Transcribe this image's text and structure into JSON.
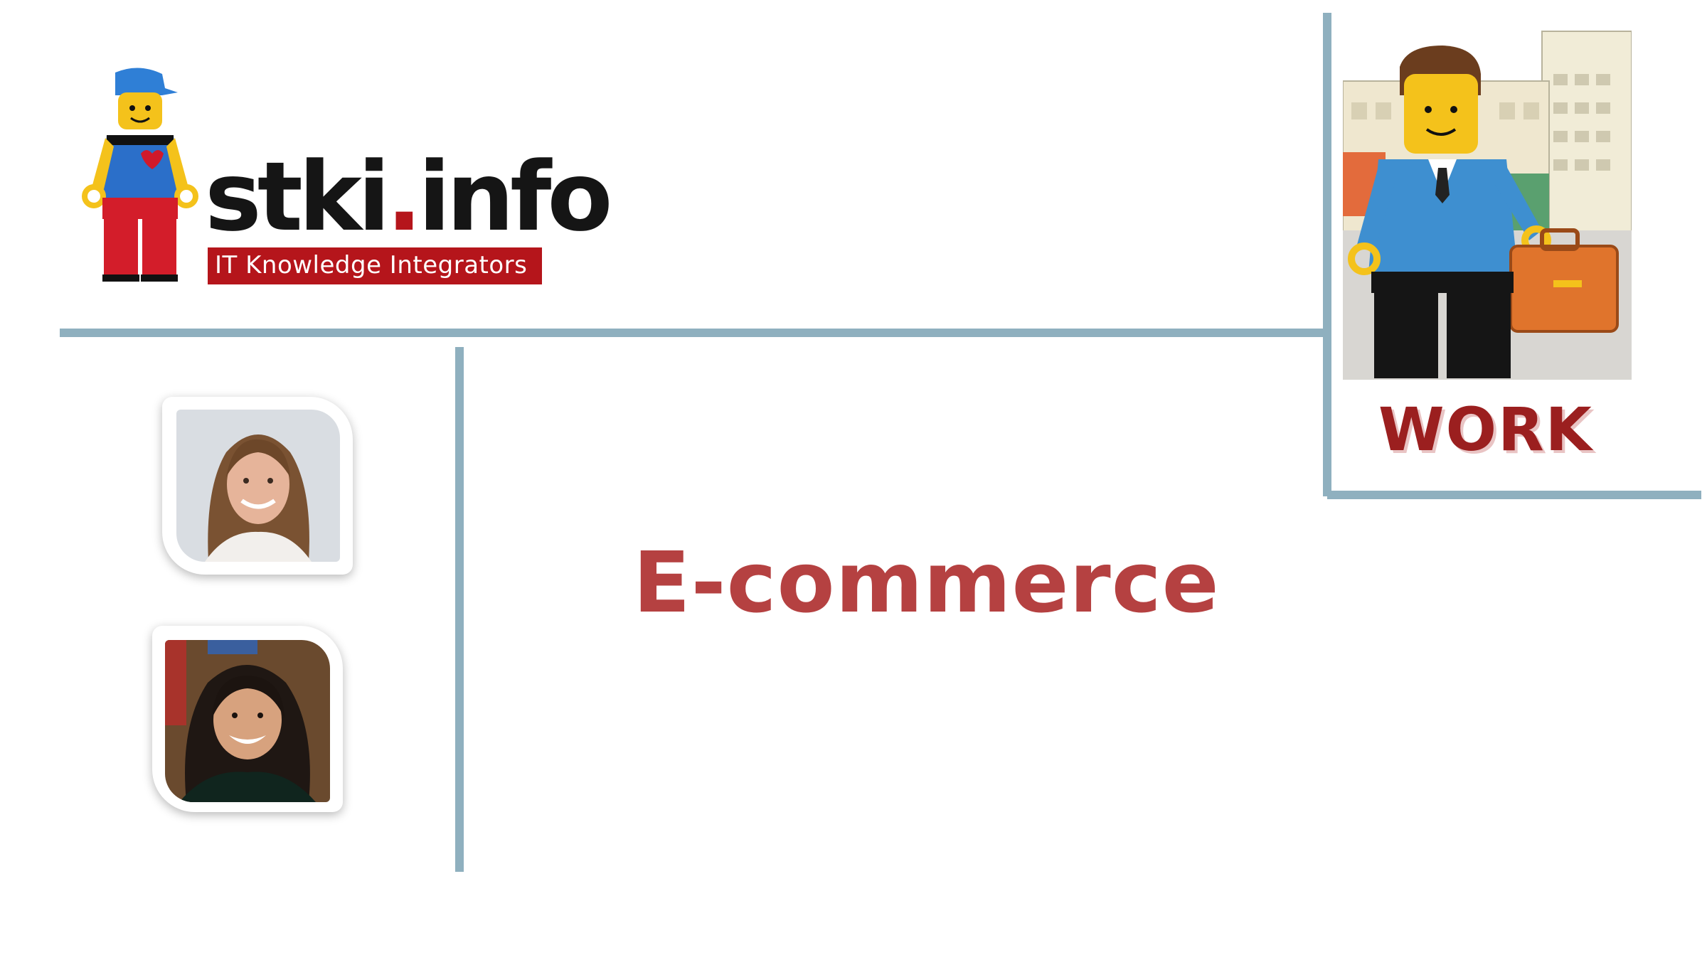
{
  "logo": {
    "wordmark_main": "stki",
    "wordmark_dot": ".",
    "wordmark_tail": "info",
    "tagline": "IT Knowledge Integrators"
  },
  "slide": {
    "title": "E-commerce"
  },
  "badge": {
    "label": "WORK"
  },
  "colors": {
    "divider": "#8fb0bf",
    "title": "#b54141",
    "brand_red": "#b5151b",
    "badge_label": "#9b1f1f"
  },
  "icons": [
    "lego-minifig-logo-icon",
    "lego-businessman-illustration"
  ]
}
